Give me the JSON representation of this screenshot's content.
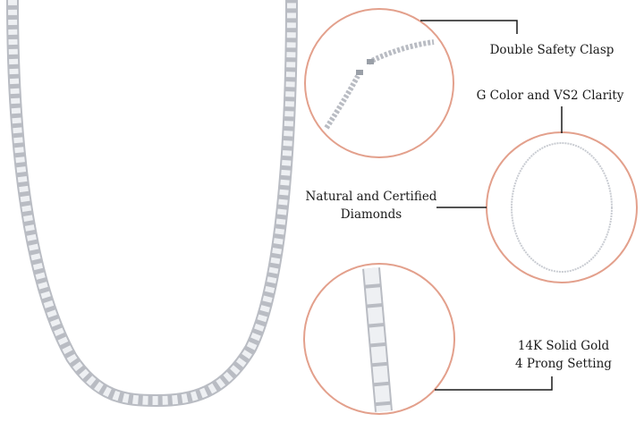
{
  "colors": {
    "accent_ring": "#e3a08c",
    "leader_line": "#1a1a1a",
    "metal": "#c9ccd2"
  },
  "features": {
    "clasp": "Double Safety Clasp",
    "quality": "G Color and VS2 Clarity",
    "diamonds_line1": "Natural and Certified",
    "diamonds_line2": "Diamonds",
    "setting_line1": "14K Solid Gold",
    "setting_line2": "4 Prong Setting"
  }
}
